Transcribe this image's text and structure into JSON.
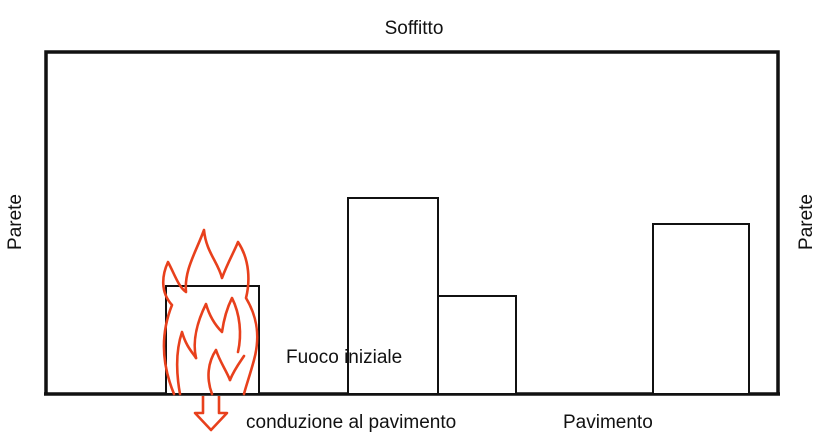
{
  "labels": {
    "ceiling": "Soffitto",
    "wall_left": "Parete",
    "wall_right": "Parete",
    "initial_fire": "Fuoco iniziale",
    "conduction": "conduzione al pavimento",
    "floor": "Pavimento"
  },
  "colors": {
    "line": "#111111",
    "fire": "#e8401c",
    "background": "#ffffff"
  },
  "icons": {
    "fire": "flame-icon",
    "conduction_arrow": "arrow-down-icon"
  }
}
